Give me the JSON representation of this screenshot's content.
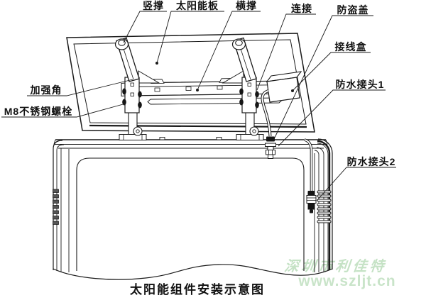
{
  "diagram": {
    "title": "太阳能组件安装示意图",
    "labels": {
      "vertical_brace": "竖撑",
      "solar_panel": "太阳能板",
      "horizontal_brace": "横撑",
      "connection": "连接",
      "anti_theft_cover": "防盗盖",
      "junction_box": "接线盒",
      "reinforcement_corner": "加强角",
      "m8_bolt": "M8不锈钢螺栓",
      "waterproof_connector_1": "防水接头1",
      "waterproof_connector_2": "防水接头2"
    },
    "watermark": {
      "text": "深圳市利佳特",
      "url": "www.szljt.cn",
      "color": "#c5e2c5"
    },
    "line_color": "#1a1a1a",
    "background": "#ffffff"
  }
}
